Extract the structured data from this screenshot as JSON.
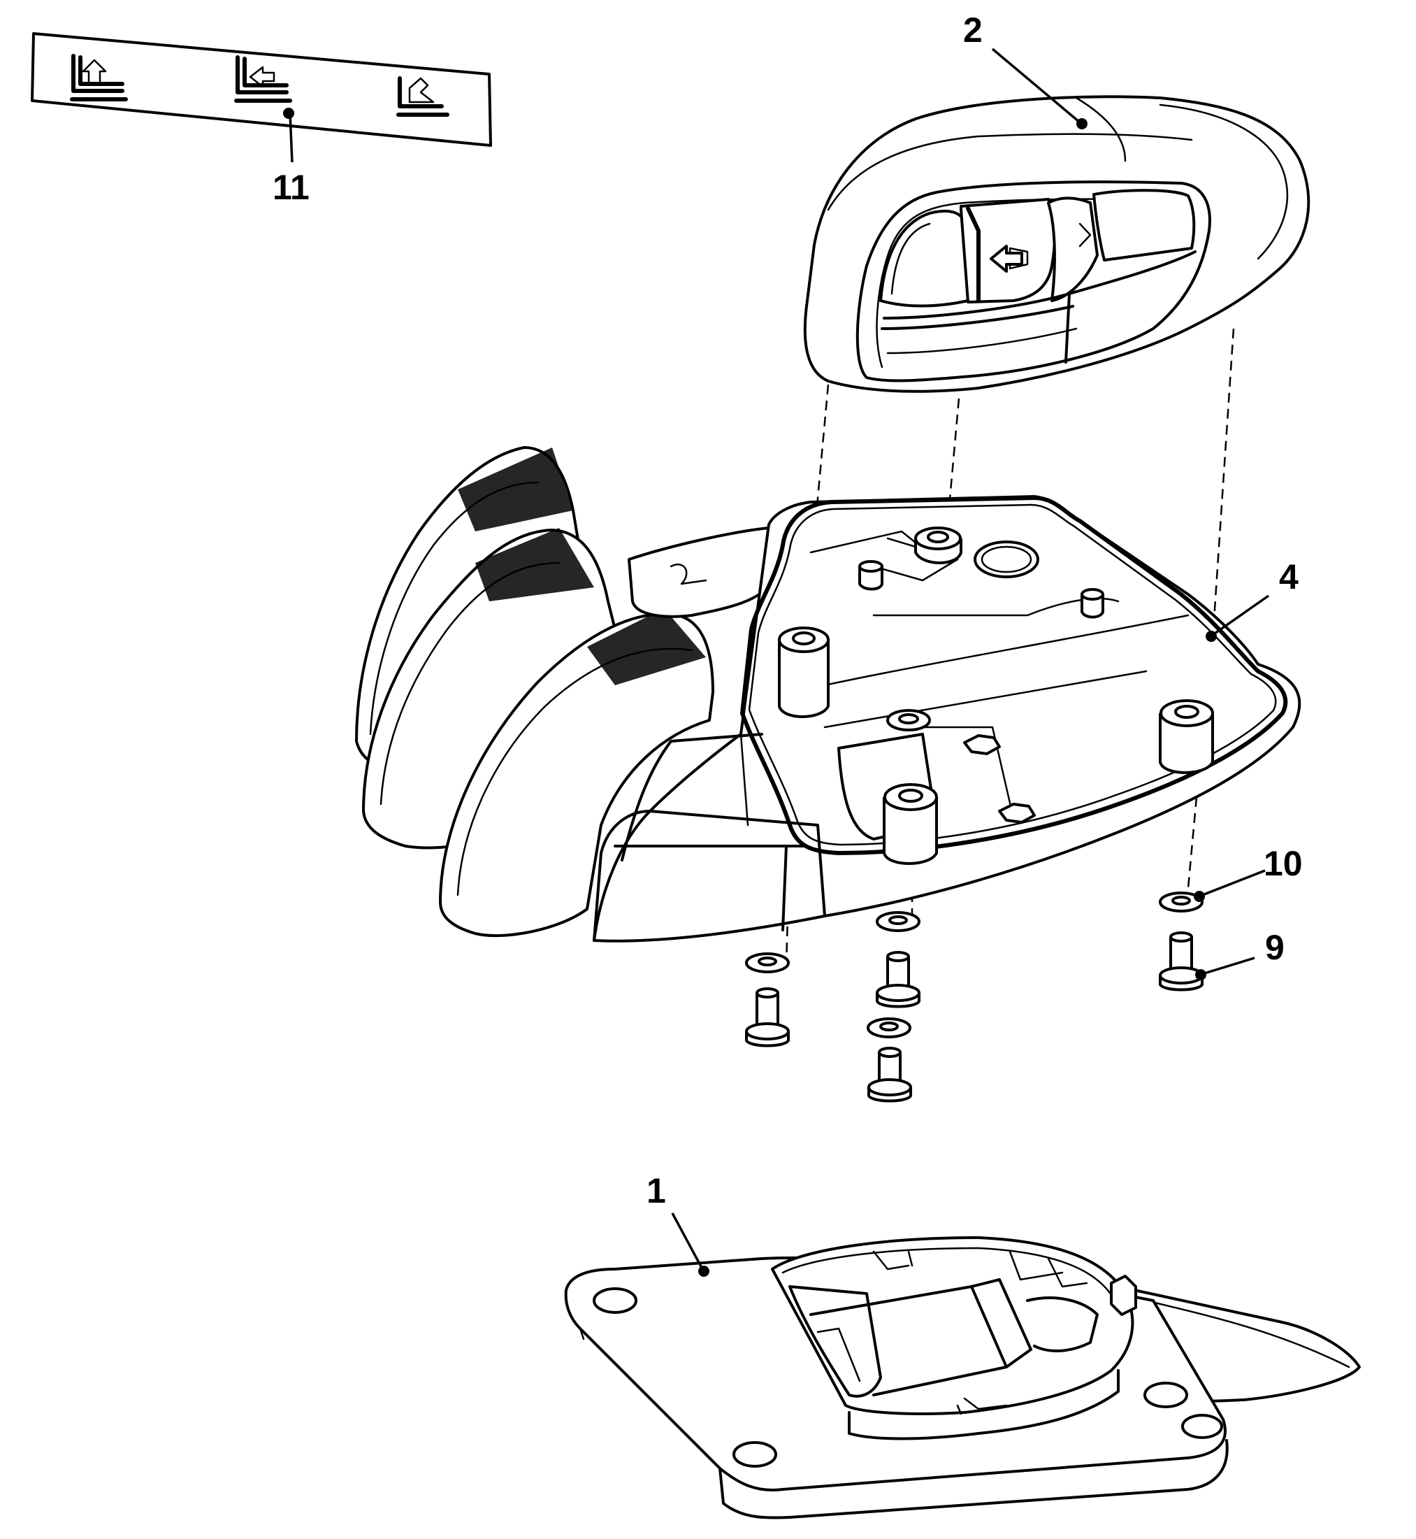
{
  "callouts": [
    {
      "id": "11",
      "label": "11",
      "part": "decal"
    },
    {
      "id": "2",
      "label": "2",
      "part": "button-cover"
    },
    {
      "id": "4",
      "label": "4",
      "part": "housing-with-gasket"
    },
    {
      "id": "10",
      "label": "10",
      "part": "washer"
    },
    {
      "id": "9",
      "label": "9",
      "part": "screw"
    },
    {
      "id": "1",
      "label": "1",
      "part": "base-plate"
    }
  ],
  "colors": {
    "line": "#000000",
    "paper": "#ffffff"
  }
}
